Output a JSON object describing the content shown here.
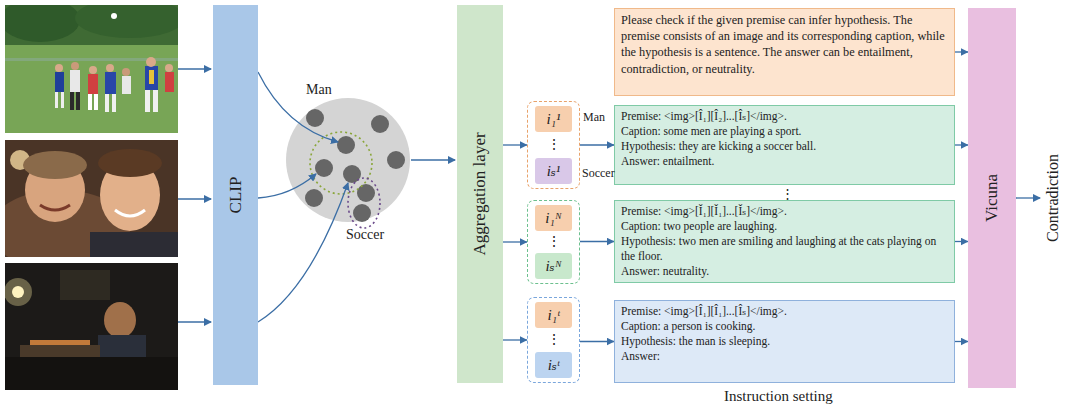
{
  "diagram": {
    "nodes": [
      {
        "text": [
          "CLIP"
        ]
      },
      {
        "text": [
          "Aggregation layer"
        ]
      },
      {
        "text": [
          "Please check if the given premise can infer hypothesis. The premise consists of an image and its corresponding caption, while the hypothesis is a sentence. The answer can be entailment, contradiction, or neutrality."
        ]
      },
      {
        "text": [
          "⋮"
        ]
      },
      {
        "text": [
          "i₁¹"
        ],
        "in": 3
      },
      {
        "text": [
          "iₛ¹"
        ],
        "in": 3
      },
      {
        "text": [
          "Premise: <img>[Î₁][Î₂]...[Îₛ]</img>.",
          "Caption: some men are playing a sport.",
          "Hypothesis: they are kicking a soccer ball.",
          "Answer: entailment."
        ]
      },
      {
        "text": [
          "⋮"
        ]
      },
      {
        "text": [
          "i₁ᴺ"
        ],
        "in": 7
      },
      {
        "text": [
          "iₛᴺ"
        ],
        "in": 7
      },
      {
        "text": [
          "Premise: <img>[Ǐ₁][Ǐ₁]...[Ǐₛ]</img>.",
          "Caption: two people are laughing.",
          "Hypothesis: two men are smiling and laughing at the cats playing on the floor.",
          "Answer: neutrality."
        ]
      },
      {
        "text": [
          "⋮"
        ]
      },
      {
        "text": [
          "i₁ᵗ"
        ],
        "in": 11
      },
      {
        "text": [
          "iₛᵗ"
        ],
        "in": 11
      },
      {
        "text": [
          "Premise: <img>[Î₁][Î₁]...[Îₛ]</img>.",
          "Caption: a person is cooking.",
          "Hypothesis: the man is sleeping.",
          "Answer:"
        ]
      },
      {
        "text": [
          "Vicuna"
        ]
      }
    ],
    "edges": [
      {
        "from": 1,
        "to": 3,
        "arrow": "to"
      },
      {
        "from": 1,
        "to": 7,
        "arrow": "to"
      },
      {
        "from": 1,
        "to": 11,
        "arrow": "to"
      },
      {
        "from": 3,
        "to": 6,
        "arrow": "to"
      },
      {
        "from": 7,
        "to": 10,
        "arrow": "to"
      },
      {
        "from": 11,
        "to": 14,
        "arrow": "to"
      },
      {
        "from": 2,
        "to": 15,
        "arrow": "to"
      },
      {
        "from": 6,
        "to": 15,
        "arrow": "to"
      },
      {
        "from": 10,
        "to": 15,
        "arrow": "to"
      },
      {
        "from": 14,
        "to": 15,
        "arrow": "to"
      }
    ],
    "labels": [
      "Man",
      "Soccer",
      "Man",
      "Soccer",
      "⋮",
      "Instruction setting",
      "Contradiction"
    ]
  }
}
